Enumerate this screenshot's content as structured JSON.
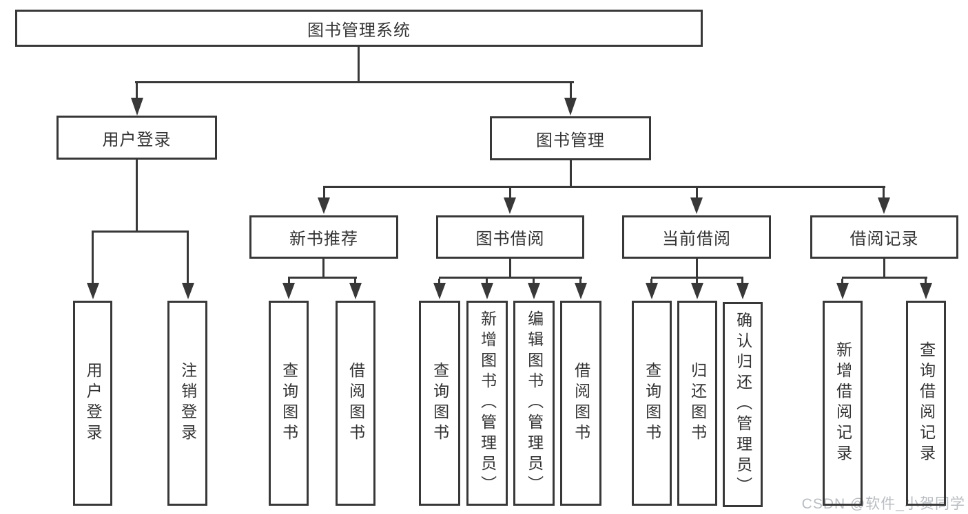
{
  "diagram_title": "图书管理系统",
  "diagram_type": "hierarchy-tree",
  "colors": {
    "line": "#383838",
    "text": "#333333",
    "background": "#ffffff",
    "watermark": "#b9bdc1"
  },
  "tree": {
    "label": "图书管理系统",
    "children": [
      {
        "label": "用户登录",
        "children": [
          {
            "label": "用户登录"
          },
          {
            "label": "注销登录"
          }
        ]
      },
      {
        "label": "图书管理",
        "children": [
          {
            "label": "新书推荐",
            "children": [
              {
                "label": "查询图书"
              },
              {
                "label": "借阅图书"
              }
            ]
          },
          {
            "label": "图书借阅",
            "children": [
              {
                "label": "查询图书"
              },
              {
                "label": "新增图书（管理员）"
              },
              {
                "label": "编辑图书（管理员）"
              },
              {
                "label": "借阅图书"
              }
            ]
          },
          {
            "label": "当前借阅",
            "children": [
              {
                "label": "查询图书"
              },
              {
                "label": "归还图书"
              },
              {
                "label": "确认归还（管理员）"
              }
            ]
          },
          {
            "label": "借阅记录",
            "children": [
              {
                "label": "新增借阅记录"
              },
              {
                "label": "查询借阅记录"
              }
            ]
          }
        ]
      }
    ]
  },
  "watermark": "CSDN @软件_小贺同学"
}
